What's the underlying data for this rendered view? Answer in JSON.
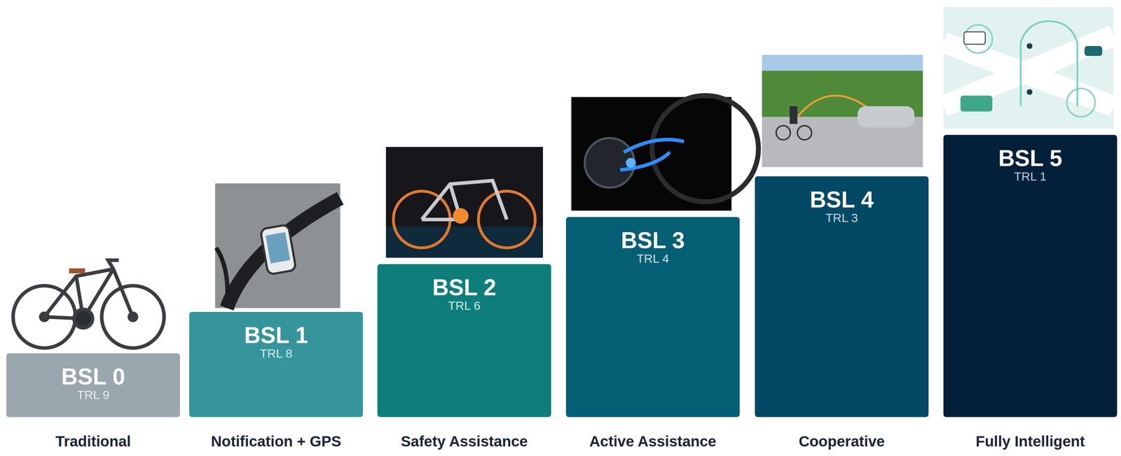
{
  "diagram": {
    "nodes": [
      {
        "text": [
          "BSL 0",
          "TRL 9"
        ]
      },
      {
        "text": [
          "BSL 1",
          "TRL 8"
        ]
      },
      {
        "text": [
          "BSL 2",
          "TRL 6"
        ]
      },
      {
        "text": [
          "BSL 3",
          "TRL 4"
        ]
      },
      {
        "text": [
          "BSL 4",
          "TRL 3"
        ]
      },
      {
        "text": [
          "BSL 5",
          "TRL 1"
        ]
      }
    ],
    "labels": [
      "Traditional",
      "Notification + GPS",
      "Safety Assistance",
      "Active Assistance",
      "Cooperative",
      "Fully Intelligent"
    ]
  }
}
